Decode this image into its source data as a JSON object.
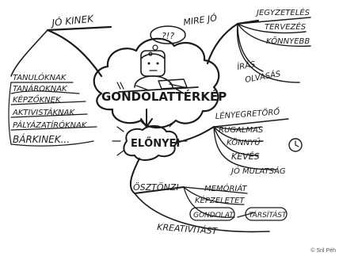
{
  "center": {
    "title": "GONDOLATTÉRKÉP",
    "thought_bubble": "?!?"
  },
  "branches": {
    "kinek": {
      "label": "JÓ KINEK",
      "items": [
        "TANULÓKNAK",
        "TANÁROKNAK",
        "KÉPZŐKNEK",
        "AKTIVISTÁKNAK",
        "PÁLYÁZATÍRÓKNAK",
        "BÁRKINEK..."
      ]
    },
    "mire": {
      "label": "MIRE JÓ",
      "items": [
        "JEGYZETELÉS",
        "TERVEZÉS",
        "KÖNNYEBB",
        "ÍRÁS",
        "OLVASÁS"
      ]
    },
    "elonyei": {
      "label": "ELŐNYEI",
      "items": [
        "LÉNYEGRETÖRŐ",
        "RUGALMAS",
        "KÖNNYŰ",
        "KEVÉS",
        "JÓ MULATSÁG"
      ]
    },
    "osztonzi": {
      "label": "ÖSZTÖNZI",
      "items": [
        "MEMÓRIÁT",
        "KÉPZELETET",
        "GONDOLAT",
        "TÁRSÍTÁST",
        "KREATIVITÁST"
      ]
    }
  },
  "credit": "© Sril Péh"
}
